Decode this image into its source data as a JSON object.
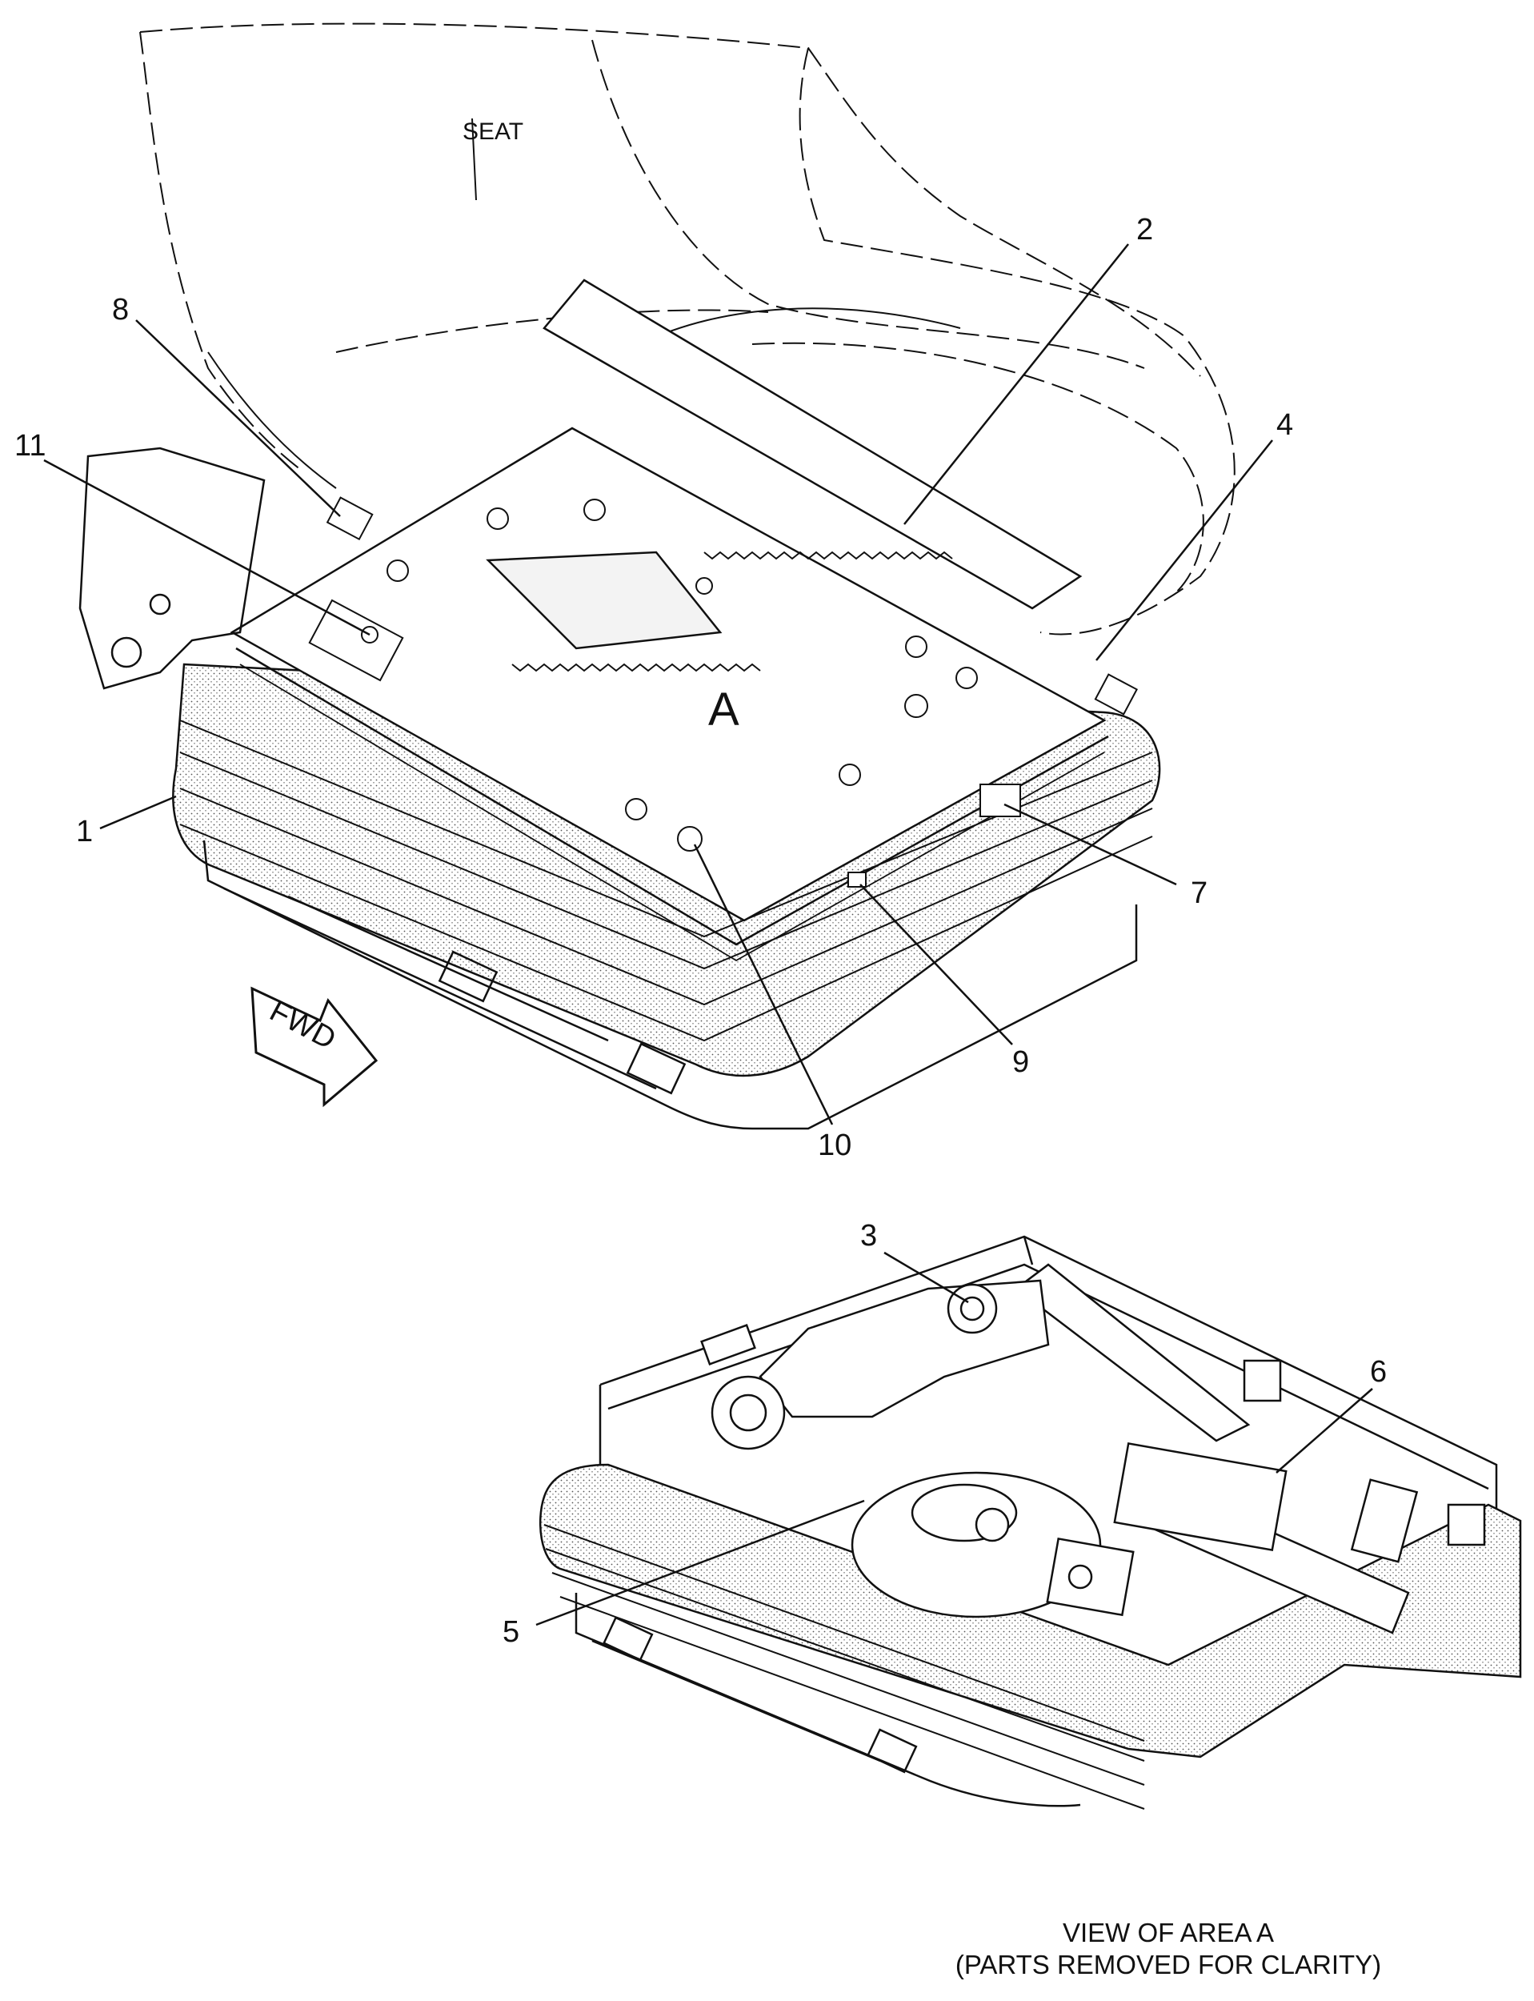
{
  "labels": {
    "seat": "SEAT",
    "area": "A",
    "fwd": "FWD",
    "c1": "1",
    "c2": "2",
    "c3": "3",
    "c4": "4",
    "c5": "5",
    "c6": "6",
    "c7": "7",
    "c8": "8",
    "c9": "9",
    "c10": "10",
    "c11": "11"
  },
  "caption": {
    "line1": "VIEW OF AREA  A",
    "line2": "(PARTS REMOVED FOR CLARITY)"
  },
  "colors": {
    "ink": "#111111",
    "paper": "#ffffff",
    "foam": "#d9d9d9"
  }
}
